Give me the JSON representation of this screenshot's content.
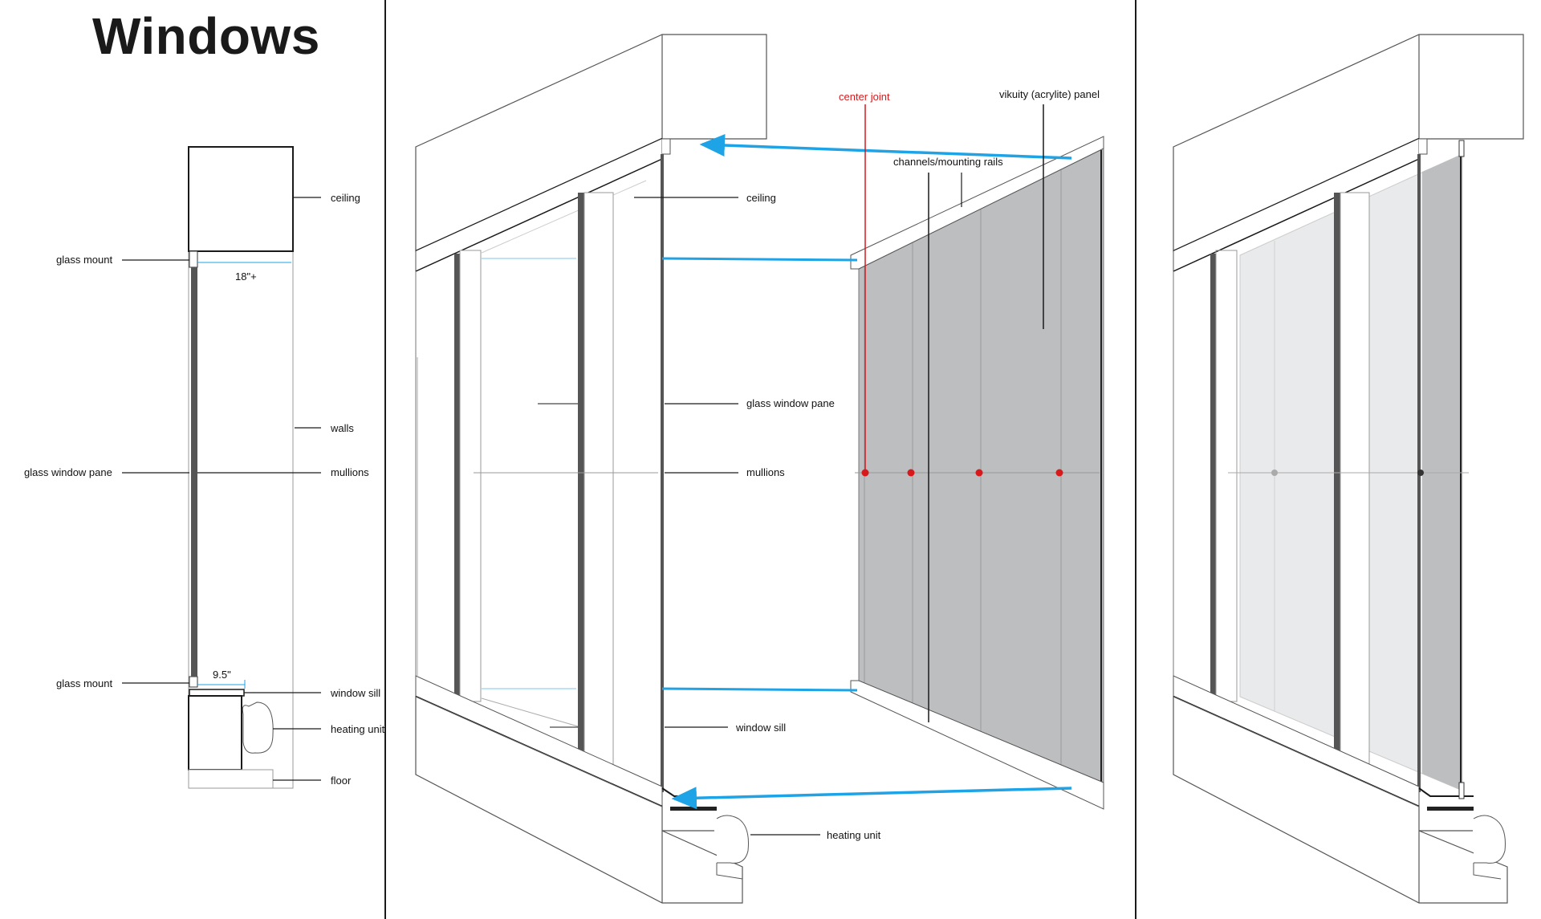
{
  "title": "Windows",
  "colors": {
    "accent_arrow": "#1ea3e6",
    "center_joint": "#d7191c",
    "panel_fill": "#bcbec0",
    "mullion": "#555555",
    "outline": "#1a1a1a"
  },
  "section": {
    "ceiling": "ceiling",
    "glass_mount_top": "glass mount",
    "dim_top": "18\"+",
    "walls": "walls",
    "glass_window_pane": "glass window pane",
    "mullions": "mullions",
    "glass_mount_bottom": "glass mount",
    "dim_bottom": "9.5\"",
    "window_sill": "window sill",
    "heating_unit": "heating unit",
    "floor": "floor"
  },
  "exploded": {
    "ceiling": "ceiling",
    "glass_window_pane": "glass window pane",
    "mullions": "mullions",
    "window_sill": "window sill",
    "heating_unit": "heating unit",
    "center_joint": "center joint",
    "channels": "channels/mounting rails",
    "panel": "vikuity (acrylite) panel"
  }
}
